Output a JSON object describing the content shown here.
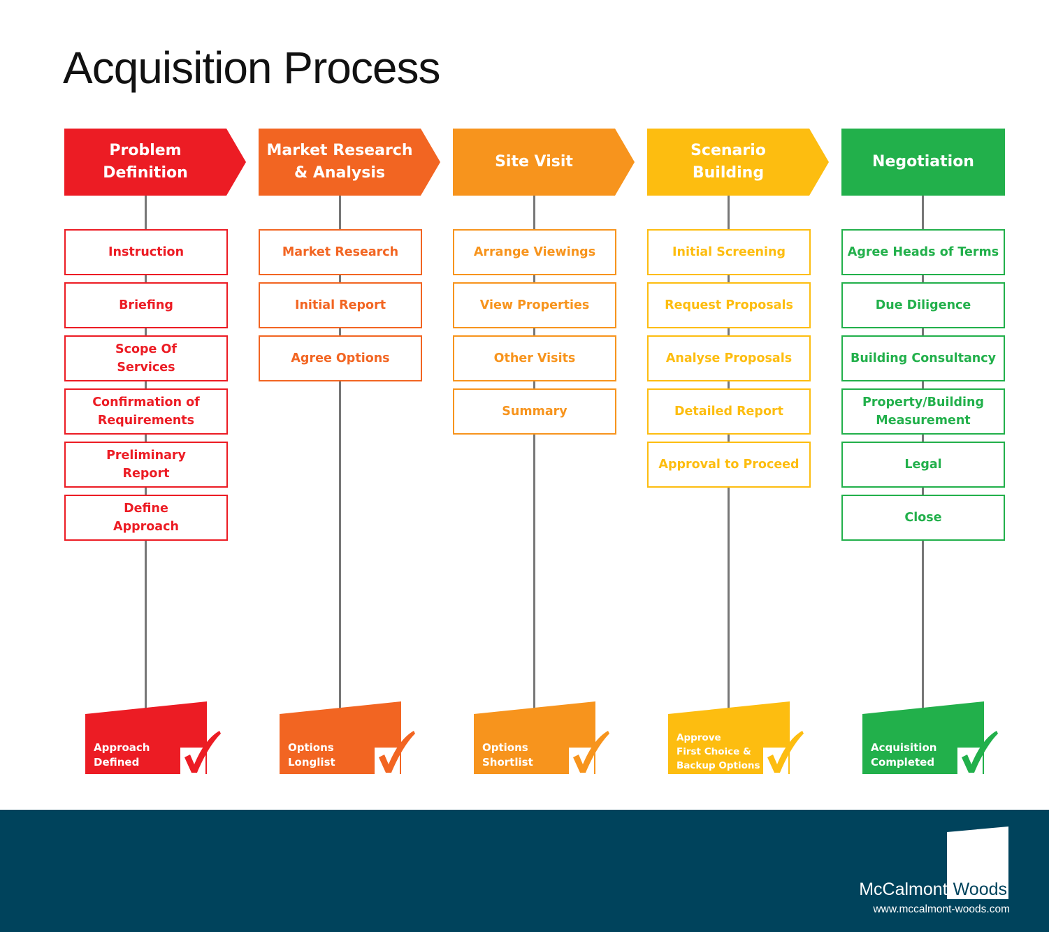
{
  "title": "Acquisition Process",
  "stages": [
    {
      "name": "Problem Definition",
      "header": "Problem\nDefinition",
      "color": "#ec1c24",
      "steps": [
        "Instruction",
        "Briefing",
        "Scope Of\nServices",
        "Confirmation of\nRequirements",
        "Preliminary\nReport",
        "Define\nApproach"
      ],
      "milestone": "Approach\nDefined",
      "has_arrow": true
    },
    {
      "name": "Market Research & Analysis",
      "header": "Market Research\n& Analysis",
      "color": "#f26522",
      "steps": [
        "Market Research",
        "Initial Report",
        "Agree Options"
      ],
      "milestone": "Options\nLonglist",
      "has_arrow": true
    },
    {
      "name": "Site Visit",
      "header": "Site Visit",
      "color": "#f7941d",
      "steps": [
        "Arrange Viewings",
        "View Properties",
        "Other Visits",
        "Summary"
      ],
      "milestone": "Options\nShortlist",
      "has_arrow": true
    },
    {
      "name": "Scenario Building",
      "header": "Scenario\nBuilding",
      "color": "#fdbd10",
      "steps": [
        "Initial Screening",
        "Request Proposals",
        "Analyse Proposals",
        "Detailed Report",
        "Approval to Proceed"
      ],
      "milestone": "Approve\nFirst Choice &\nBackup Options",
      "has_arrow": true
    },
    {
      "name": "Negotiation",
      "header": "Negotiation",
      "color": "#22b04b",
      "steps": [
        "Agree Heads of Terms",
        "Due Diligence",
        "Building Consultancy",
        "Property/Building\nMeasurement",
        "Legal",
        "Close"
      ],
      "milestone": "Acquisition\nCompleted",
      "has_arrow": false
    }
  ],
  "icons": {
    "milestone": "checkmark-icon"
  },
  "footer": {
    "background": "#00435c",
    "brand_left": "McCalmont",
    "brand_right": "Woods",
    "url": "www.mccalmont-woods.com"
  }
}
